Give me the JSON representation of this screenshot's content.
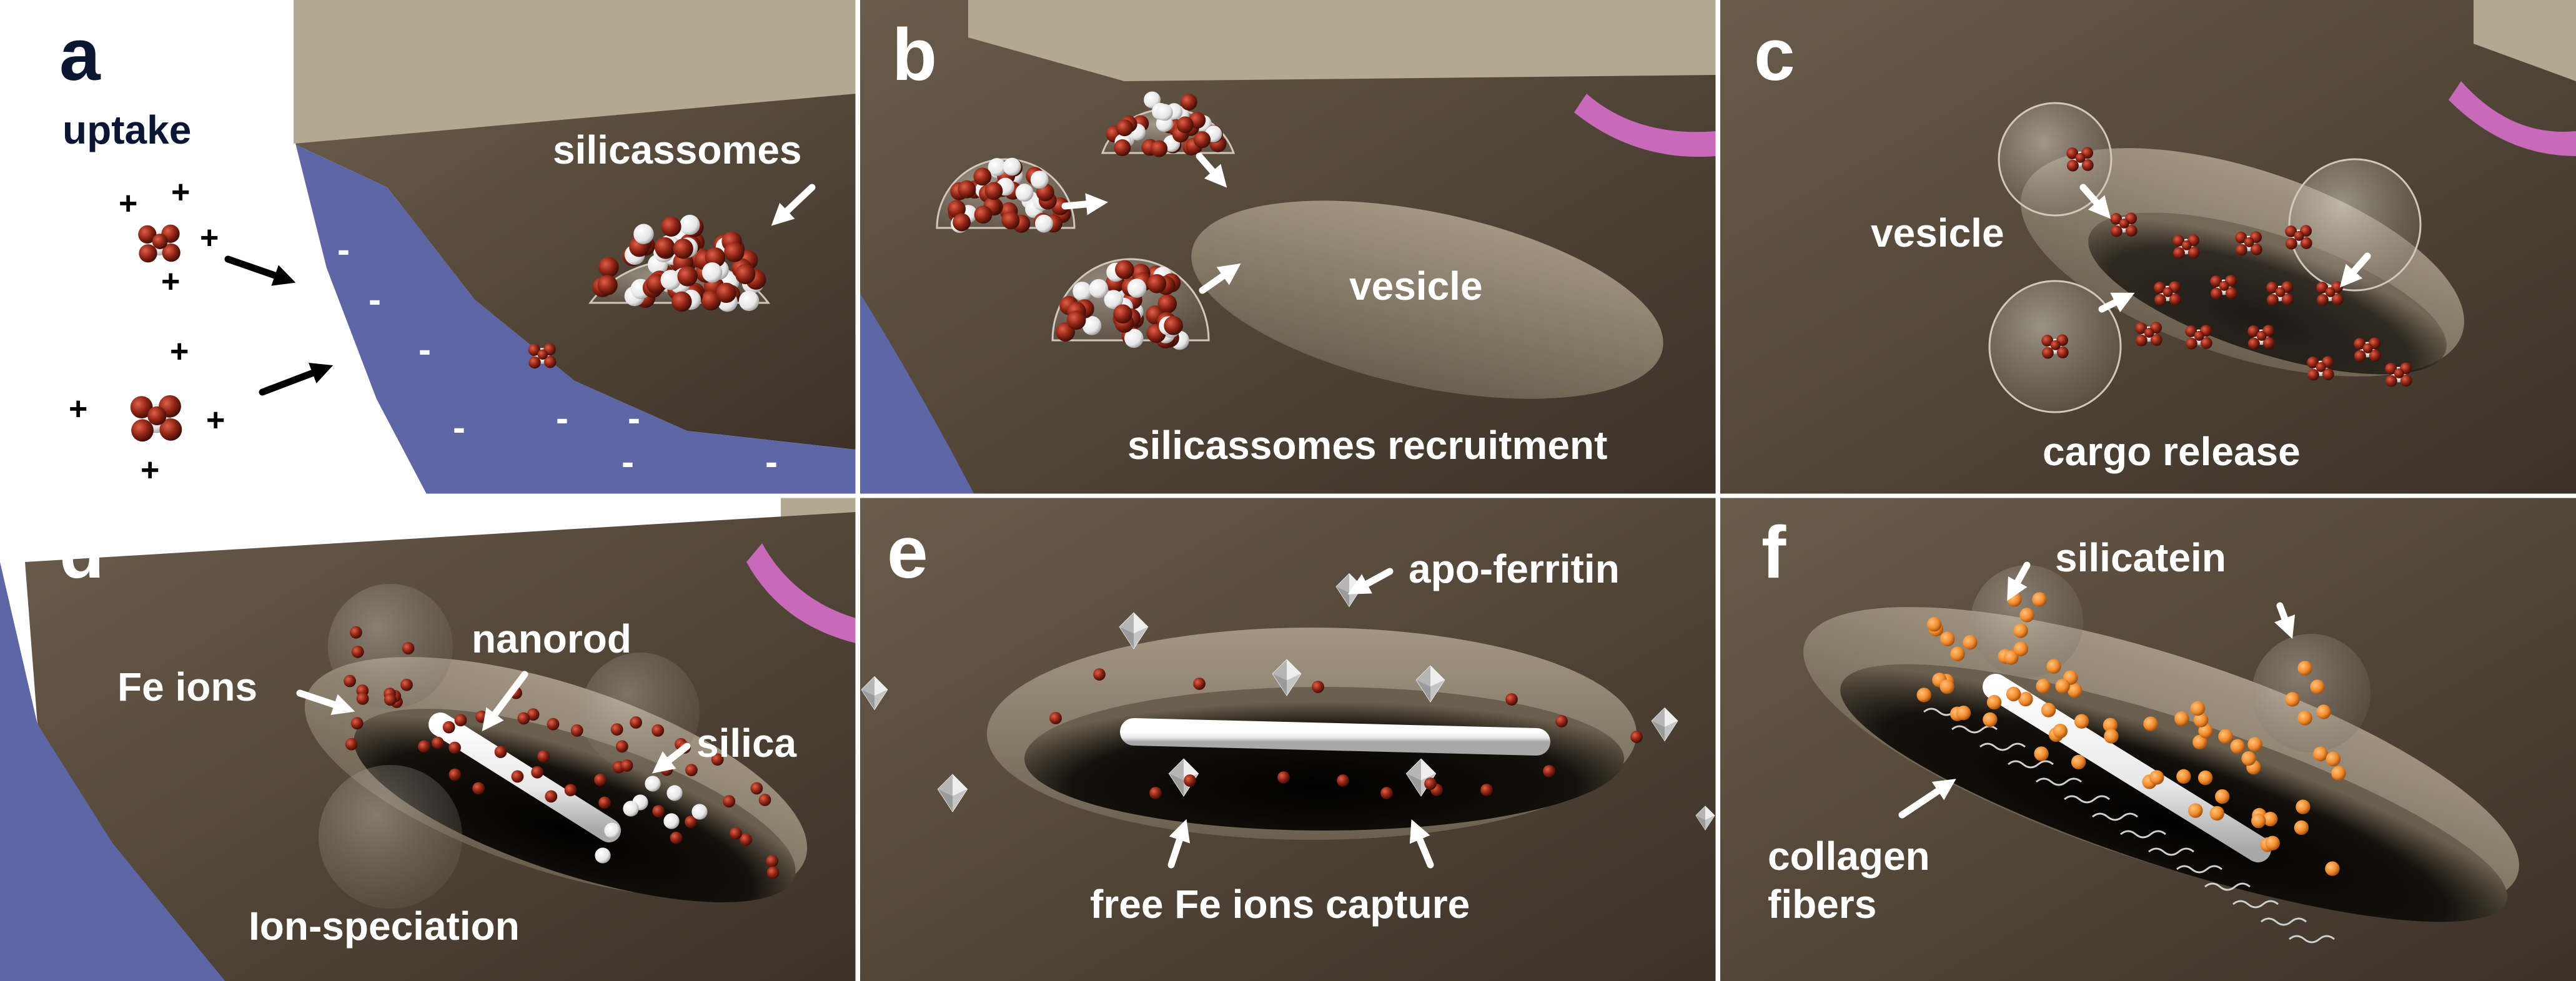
{
  "panels": {
    "a": {
      "letter": "a",
      "title": "uptake",
      "label_silicassomes": "silicassomes",
      "plus": "+",
      "minus": "-"
    },
    "b": {
      "letter": "b",
      "label_vesicle": "vesicle",
      "caption": "silicassomes recruitment"
    },
    "c": {
      "letter": "c",
      "label_vesicle": "vesicle",
      "caption": "cargo release"
    },
    "d": {
      "letter": "d",
      "label_fe_ions": "Fe ions",
      "label_nanorod": "nanorod",
      "label_silica": "silica",
      "caption": "Ion-speciation"
    },
    "e": {
      "letter": "e",
      "label_apoferritin": "apo-ferritin",
      "caption": "free Fe ions capture"
    },
    "f": {
      "letter": "f",
      "label_silicatein": "silicatein",
      "label_collagen_1": "collagen",
      "label_collagen_2": "fibers"
    }
  },
  "colors": {
    "cytoplasm": "#5a4d3e",
    "cytoplasm_dark": "#2e261d",
    "membrane_top": "#b3a891",
    "extracellular": "#5f66a6",
    "nucleus_rim": "#c86ab9",
    "vesicle": "#8f8473",
    "iron_ion": "#8e2414",
    "silica": "#ffffff",
    "silicatein": "#f08a2c",
    "label_light": "#ffffff",
    "label_dark": "#0b1633"
  },
  "icons": [
    "arrow",
    "ion-cluster",
    "silicassome-dome",
    "nanorod",
    "apo-ferritin-octahedron",
    "collagen-fiber"
  ]
}
